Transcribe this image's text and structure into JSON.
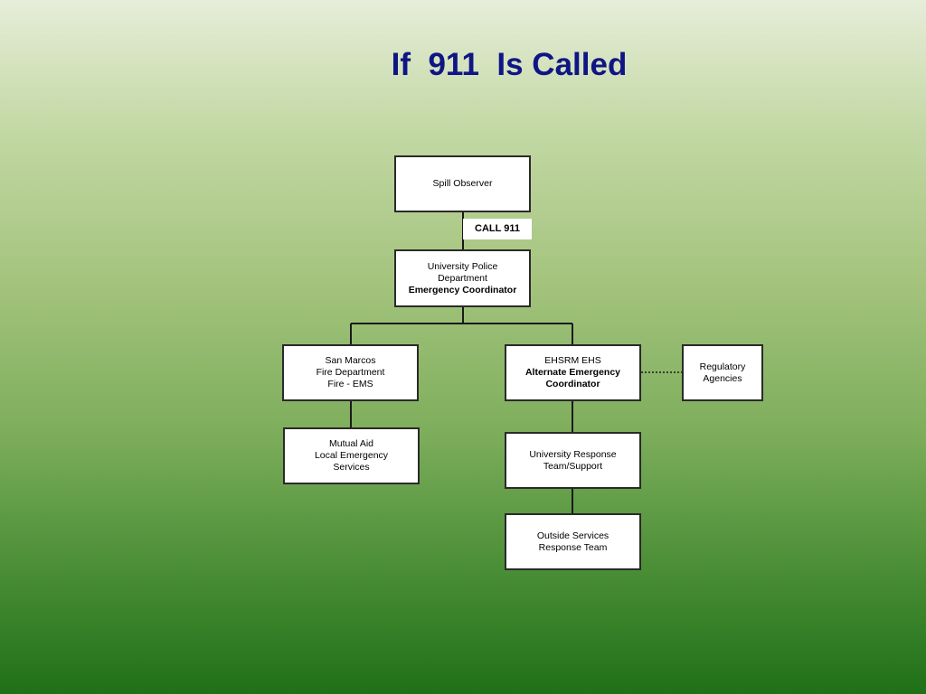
{
  "slide": {
    "title": "If  911  Is Called",
    "call_label": "CALL 911"
  },
  "boxes": {
    "spill_observer": {
      "line1": "Spill Observer"
    },
    "police": {
      "line1": "University Police",
      "line2": "Department",
      "line3": "Emergency Coordinator"
    },
    "fire": {
      "line1": "San Marcos",
      "line2": "Fire Department",
      "line3": "Fire - EMS"
    },
    "ehsrm": {
      "line1": "EHSRM EHS",
      "line2": "Alternate Emergency",
      "line3": "Coordinator"
    },
    "regulatory": {
      "line1": "Regulatory",
      "line2": "Agencies"
    },
    "mutual_aid": {
      "line1": "Mutual Aid",
      "line2": "Local Emergency",
      "line3": "Services"
    },
    "university_response": {
      "line1": "University Response",
      "line2": "Team/Support"
    },
    "outside_services": {
      "line1": "Outside Services",
      "line2": "Response Team"
    }
  },
  "colors": {
    "title": "#101585",
    "box_border": "#2a2a2a",
    "connector": "#1a1a1a"
  }
}
